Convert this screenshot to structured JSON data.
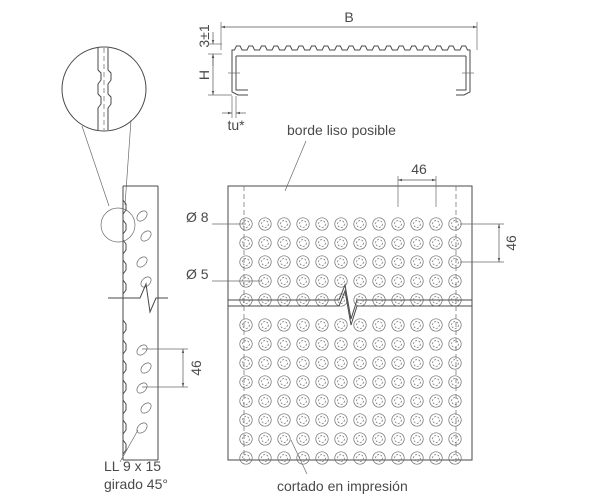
{
  "labels": {
    "dim_b": "B",
    "dim_3": "3±1",
    "dim_h": "H",
    "dim_tu": "tu*",
    "borde_liso": "borde liso posible",
    "dim_46_top": "46",
    "dim_46_right": "46",
    "dim_46_side": "46",
    "diam_8": "Ø 8",
    "diam_5": "Ø 5",
    "slot_line1": "LL 9 x 15",
    "slot_line2": "girado 45°",
    "cortado": "cortado en impresión"
  },
  "grid": {
    "columns": 12,
    "upper_rows": 5,
    "lower_rows": 8
  },
  "colors": {
    "line": "#4a4a4a",
    "text": "#4a4a4a"
  }
}
